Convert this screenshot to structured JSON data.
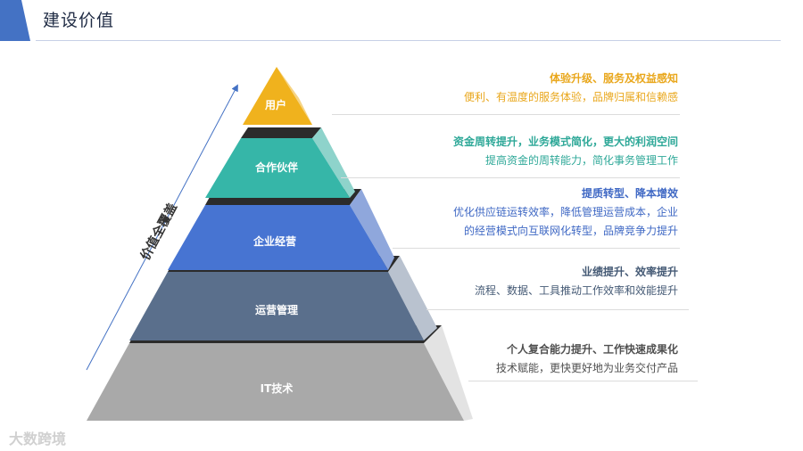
{
  "title": "建设价值",
  "side_label": "价值全覆盖",
  "colors": {
    "accent": "#4472c4",
    "user": "#f0b21d",
    "partner": "#36b6a8",
    "enterprise": "#4774d2",
    "operation": "#5a6f8c",
    "it": "#a5a5a5"
  },
  "layers": [
    {
      "label": "用户",
      "headline": "体验升级、服务及权益感知",
      "detail": [
        "便利、有温度的服务体验，品牌归属和信赖感"
      ],
      "color": "#e9a71c"
    },
    {
      "label": "合作伙伴",
      "headline": "资金周转提升，业务模式简化，更大的利润空间",
      "detail": [
        "提高资金的周转能力，简化事务管理工作"
      ],
      "color": "#2ea898"
    },
    {
      "label": "企业经营",
      "headline": "提质转型、降本增效",
      "detail": [
        "优化供应链运转效率，降低管理运营成本，企业",
        "的经营模式向互联网化转型，品牌竞争力提升"
      ],
      "color": "#3f68c4"
    },
    {
      "label": "运营管理",
      "headline": "业绩提升、效率提升",
      "detail": [
        "流程、数据、工具推动工作效率和效能提升"
      ],
      "color": "#455a75"
    },
    {
      "label": "IT技术",
      "headline": "个人复合能力提升、工作快速成果化",
      "detail": [
        "技术赋能，更快更好地为业务交付产品"
      ],
      "color": "#505050"
    }
  ],
  "watermark": "大数跨境"
}
